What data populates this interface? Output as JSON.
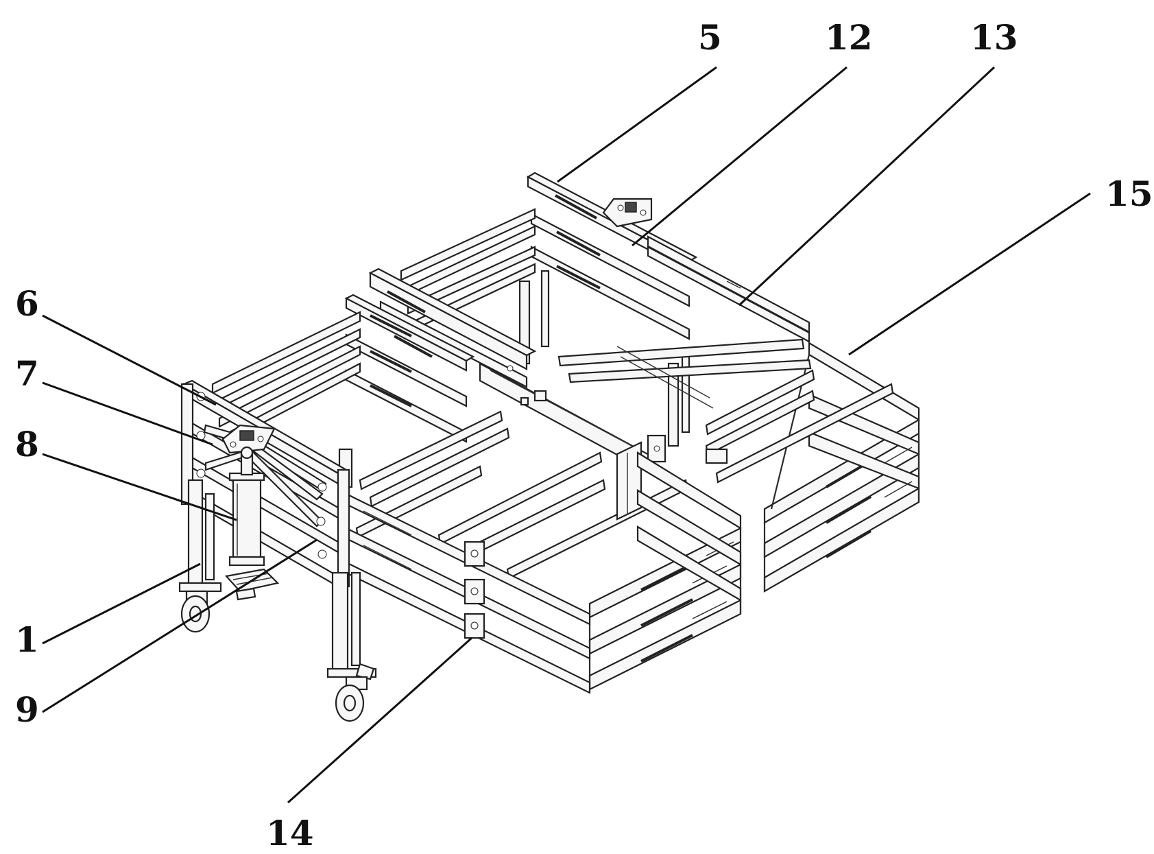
{
  "figure": {
    "labels": {
      "l5": "5",
      "l12": "12",
      "l13": "13",
      "l15": "15",
      "l6": "6",
      "l7": "7",
      "l8": "8",
      "l1": "1",
      "l9": "9",
      "l14": "14"
    }
  }
}
